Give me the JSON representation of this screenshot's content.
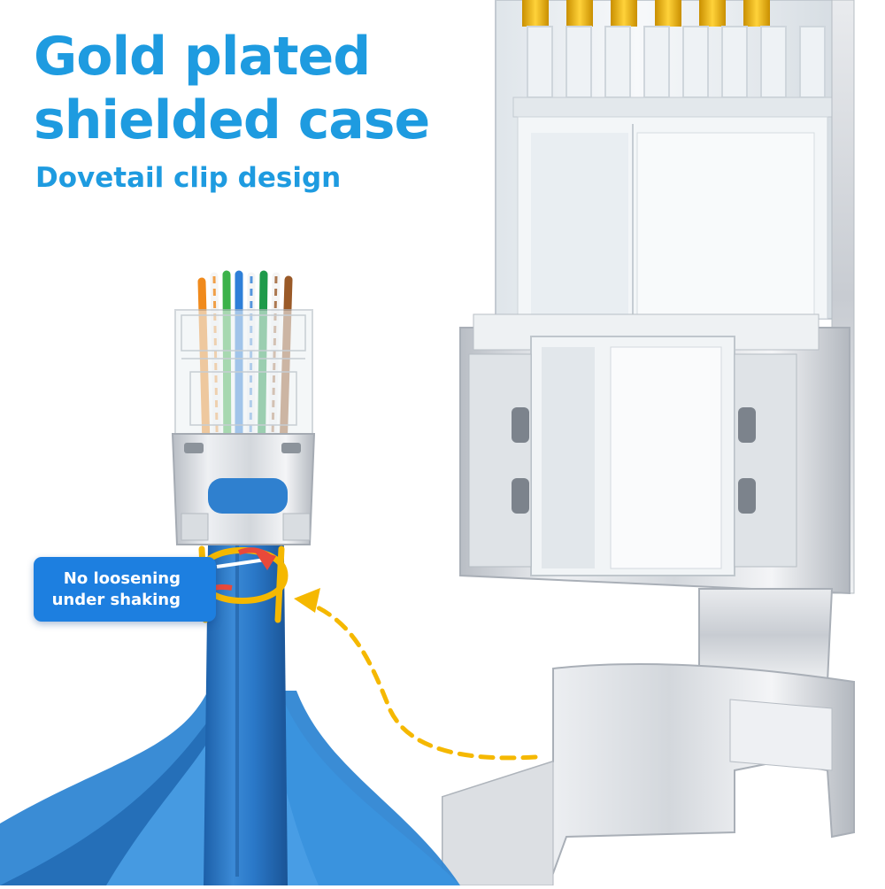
{
  "headline": {
    "line1": "Gold plated",
    "line2": "shielded case"
  },
  "subheadline": "Dovetail clip design",
  "callout": {
    "line1": "No loosening",
    "line2": "under shaking"
  },
  "colors": {
    "brand_blue": "#1e9be0",
    "callout_blue": "#1d7fe0",
    "cable_blue": "#2a78c8",
    "arrow_yellow": "#f5b800",
    "arrow_red": "#e8493a",
    "metal_grey": "#c9cdd3",
    "gold": "#e6b000"
  },
  "illustration": {
    "subject": "shielded RJ45 pass-through connector with blue ethernet cable",
    "wire_colors": [
      "#f08a1c",
      "#f5f5f5",
      "#3cb24a",
      "#2e7fd8",
      "#f5f5f5",
      "#1e9a4a",
      "#f5f5f5",
      "#9a5a28"
    ]
  }
}
